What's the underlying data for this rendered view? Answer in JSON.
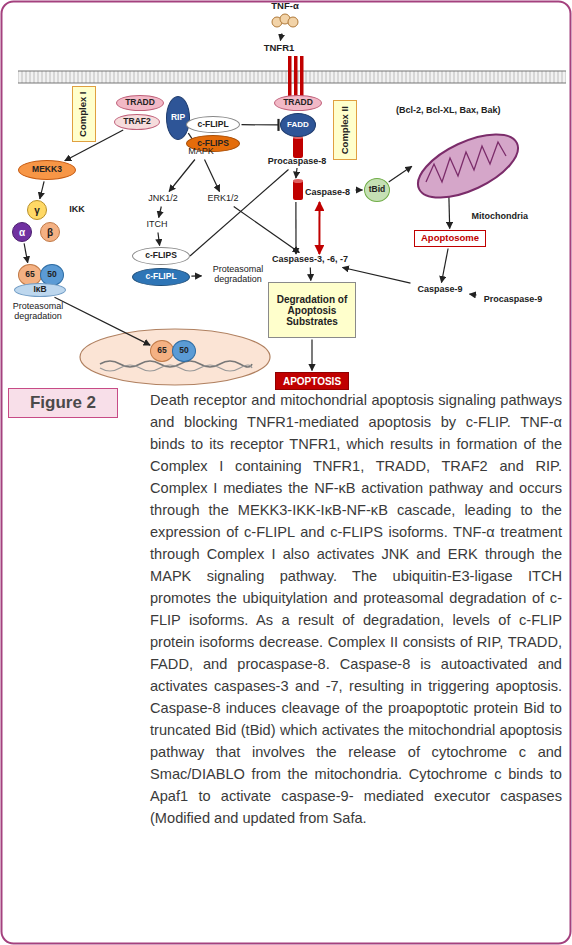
{
  "diagram": {
    "caption": "Death receptor and mitochondrial apoptosis signaling pathways and blocking TNFR1-mediated apoptosis by c-FLIP. TNF-α binds to its receptor TNFR1, which results in formation of the Complex I containing TNFR1, TRADD, TRAF2 and RIP. Complex I mediates the NF-κB activation pathway and occurs through the MEKK3-IKK-IκB-NF-κB cascade, leading to the expression of c-FLIPL and c-FLIPS isoforms. TNF-α treatment through Complex I also activates JNK and ERK through the MAPK signaling pathway. The ubiquitin-E3-ligase ITCH promotes the ubiquitylation and proteasomal degradation of c-FLIP isoforms. As a result of degradation, levels of c-FLIP protein isoforms decrease. Complex II consists of RIP, TRADD, FADD, and procaspase-8. Caspase-8 is autoactivated and activates caspases-3 and -7, resulting in triggering apoptosis. Caspase-8 induces cleavage of the proapoptotic protein Bid to truncated Bid (tBid) which activates the mitochondrial apoptosis pathway that involves the release of cytochrome c and Smac/DIABLO from the mitochondria. Cytochrome c binds to Apaf1 to activate caspase-9- mediated executor caspases (Modified and updated from Safa.",
    "nodes": [
      {
        "text": [
          "TNF-α"
        ]
      },
      {
        "text": [
          "TNFR1"
        ]
      },
      {
        "text": [
          "Complex I"
        ]
      },
      {
        "text": [
          "TRADD"
        ]
      },
      {
        "text": [
          "TRAF2"
        ]
      },
      {
        "text": [
          "RIP"
        ]
      },
      {
        "text": [
          "c-FLIPL"
        ]
      },
      {
        "text": [
          "c-FLIPS"
        ]
      },
      {
        "text": [
          "TRADD"
        ]
      },
      {
        "text": [
          "FADD"
        ]
      },
      {
        "text": [
          "Complex II"
        ]
      },
      {
        "text": [
          "MEKK3"
        ]
      },
      {
        "text": [
          "MAPK"
        ]
      },
      {
        "text": [
          "JNK1/2"
        ]
      },
      {
        "text": [
          "ERK1/2"
        ]
      },
      {
        "text": [
          "γ"
        ]
      },
      {
        "text": [
          "α"
        ]
      },
      {
        "text": [
          "β"
        ]
      },
      {
        "text": [
          "65"
        ]
      },
      {
        "text": [
          "50"
        ]
      },
      {
        "text": [
          "IκB"
        ]
      },
      {
        "text": [
          "ITCH"
        ]
      },
      {
        "text": [
          "c-FLIPS"
        ]
      },
      {
        "text": [
          "c-FLIPL"
        ]
      },
      {
        "text": [
          "Proteasomal degradation"
        ]
      },
      {
        "text": [
          "65"
        ]
      },
      {
        "text": [
          "50"
        ]
      },
      {
        "text": [
          "Procaspase-8"
        ]
      },
      {
        "text": [
          "Caspase-8"
        ]
      },
      {
        "text": [
          "tBid"
        ]
      },
      {
        "text": [
          "(Bcl-2, Bcl-XL, Bax, Bak)",
          "Mitochondria"
        ]
      },
      {
        "text": [
          "Apoptosome"
        ]
      },
      {
        "text": [
          "Caspase-9"
        ]
      },
      {
        "text": [
          "Procaspase-9"
        ]
      },
      {
        "text": [
          "Caspases-3, -6, -7"
        ]
      },
      {
        "text": [
          "Degradation of Apoptosis Substrates"
        ]
      },
      {
        "text": [
          "APOPTOSIS"
        ]
      },
      {
        "text": [
          "Figure 2"
        ]
      }
    ],
    "edges": [
      {
        "from": 0,
        "to": 1,
        "arrow": "to"
      },
      {
        "from": 4,
        "to": 11,
        "arrow": "to"
      },
      {
        "from": 5,
        "to": 12,
        "arrow": "to"
      },
      {
        "from": 12,
        "to": 13,
        "arrow": "to"
      },
      {
        "from": 12,
        "to": 14,
        "arrow": "to"
      },
      {
        "from": 13,
        "to": 21,
        "arrow": "to"
      },
      {
        "from": 21,
        "to": 22,
        "arrow": "to"
      },
      {
        "from": 23,
        "to": 24,
        "arrow": "to"
      },
      {
        "from": 11,
        "to": 15,
        "arrow": "to"
      },
      {
        "from": 16,
        "to": 18,
        "arrow": "to"
      },
      {
        "from": 20,
        "to": 25,
        "arrow": "to"
      },
      {
        "from": 6,
        "to": 9,
        "arrow": "none"
      },
      {
        "from": 22,
        "to": 27,
        "arrow": "none"
      },
      {
        "from": 27,
        "to": 28,
        "arrow": "to"
      },
      {
        "from": 28,
        "to": 29,
        "arrow": "to"
      },
      {
        "from": 29,
        "to": 30,
        "arrow": "to"
      },
      {
        "from": 30,
        "to": 31,
        "arrow": "to"
      },
      {
        "from": 31,
        "to": 32,
        "arrow": "to"
      },
      {
        "from": 33,
        "to": 32,
        "arrow": "to"
      },
      {
        "from": 32,
        "to": 34,
        "arrow": "to"
      },
      {
        "from": 28,
        "to": 34,
        "arrow": "to"
      },
      {
        "from": 28,
        "to": 34,
        "arrow": "both"
      },
      {
        "from": 34,
        "to": 35,
        "arrow": "to"
      },
      {
        "from": 35,
        "to": 36,
        "arrow": "to"
      },
      {
        "from": 14,
        "to": 34,
        "arrow": "to"
      }
    ],
    "labels": [
      "IKK",
      "Proteasomal degradation"
    ]
  }
}
